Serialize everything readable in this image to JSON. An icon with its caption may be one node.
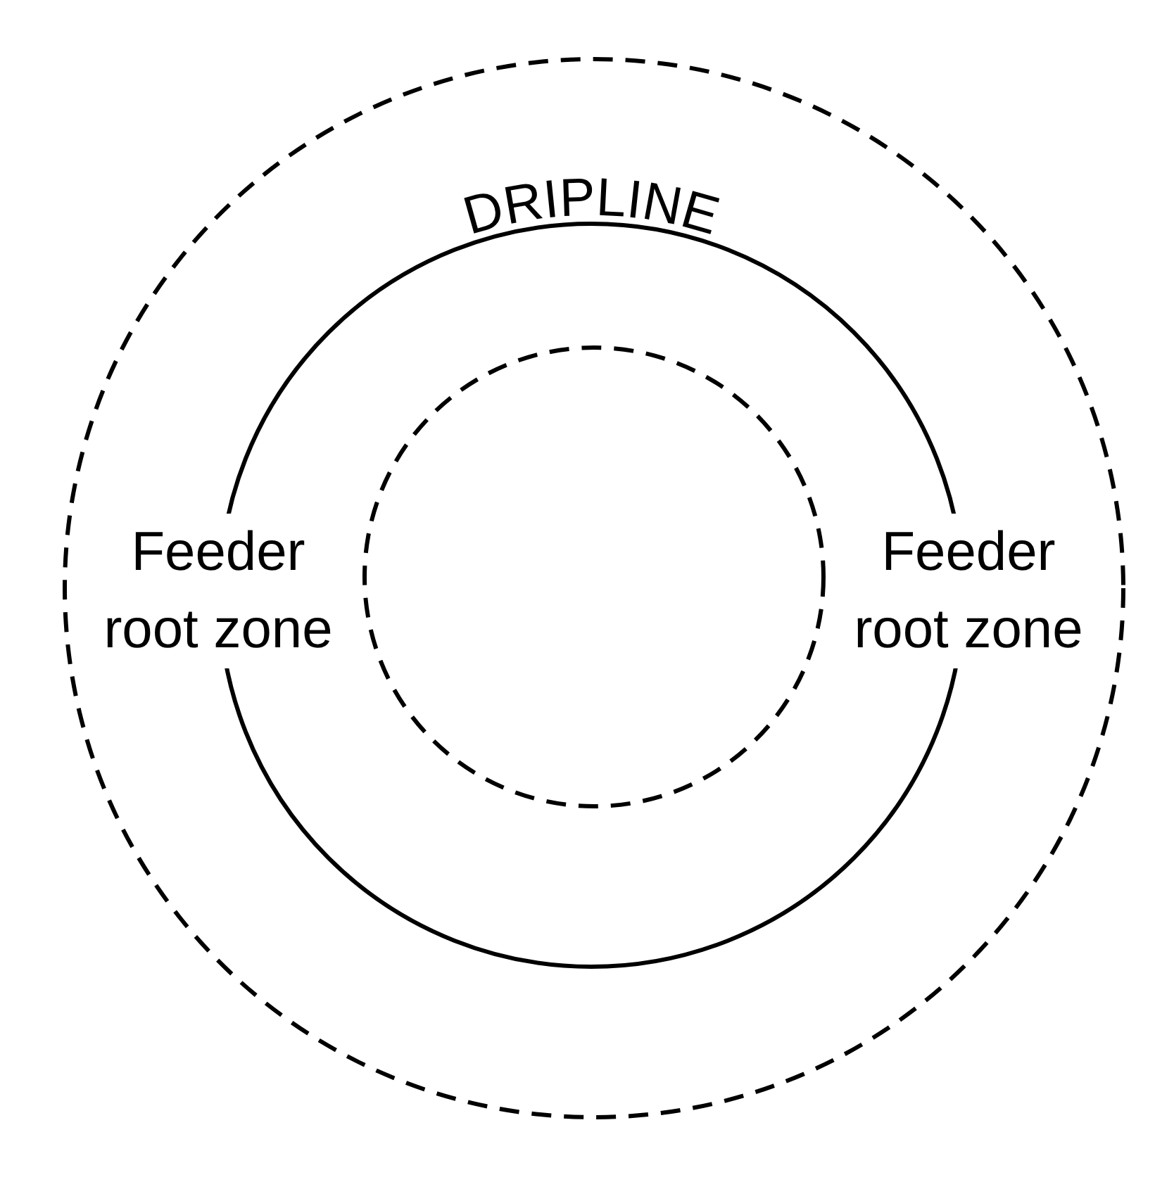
{
  "diagram": {
    "labels": [
      "DRIPLINE",
      "Feeder root zone",
      "Feeder root zone"
    ]
  }
}
